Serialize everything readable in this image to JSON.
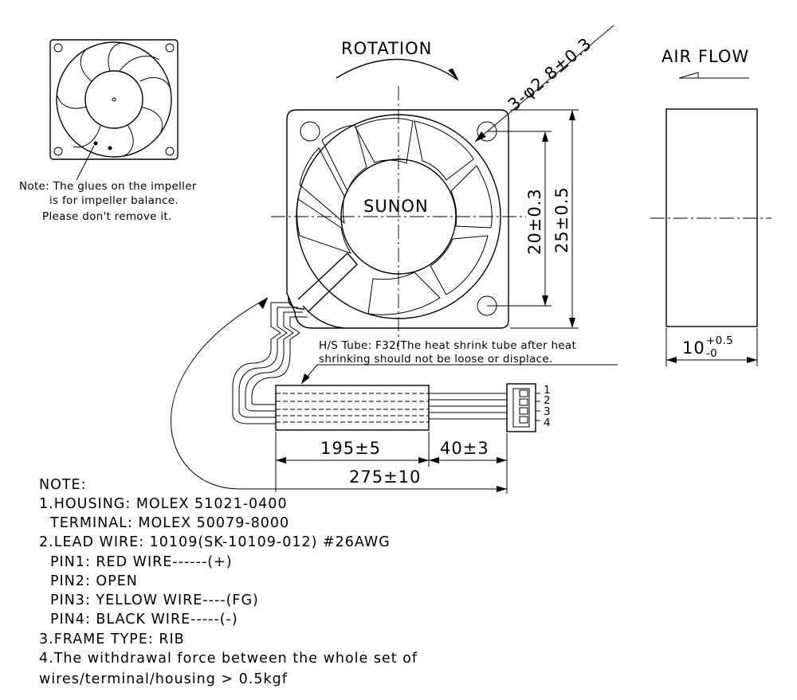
{
  "labels": {
    "rotation": "ROTATION",
    "air_flow": "AIR FLOW",
    "brand": "SUNON",
    "hole_spec": "3-φ2.8±0.3",
    "dim_20": "20±0.3",
    "dim_25": "25±0.5",
    "dim_10_base": "10",
    "dim_10_tol_plus": "+0.5",
    "dim_10_tol_minus": "-0",
    "dim_195": "195±5",
    "dim_40": "40±3",
    "dim_275": "275±10",
    "pin_1": "1",
    "pin_2": "2",
    "pin_3": "3",
    "pin_4": "4"
  },
  "glue_note": [
    "Note: The glues on the impeller",
    "is for impeller balance.",
    "Please don't remove it."
  ],
  "tube_note": [
    "H/S Tube: F32(The heat shrink tube after heat",
    "shrinking should not be loose or displace."
  ],
  "notes": {
    "heading": "NOTE:",
    "lines": [
      "1.HOUSING: MOLEX  51021-0400",
      "TERMINAL: MOLEX  50079-8000",
      "2.LEAD WIRE: 10109(SK-10109-012) #26AWG",
      "PIN1: RED  WIRE------(+)",
      "PIN2: OPEN",
      "PIN3: YELLOW  WIRE----(FG)",
      "PIN4: BLACK  WIRE-----(-)",
      "3.FRAME TYPE: RIB",
      "4.The withdrawal force between the whole set of",
      "wires/terminal/housing > 0.5kgf"
    ]
  }
}
